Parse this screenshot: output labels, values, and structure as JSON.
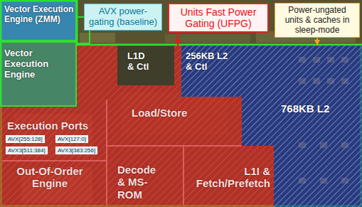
{
  "diagram": {
    "nodes": [
      {
        "text": [
          "Vector Execution Engine (ZMM)"
        ]
      },
      {
        "text": [
          "AVX power-gating (baseline)"
        ]
      },
      {
        "text": [
          "Units Fast Power Gating (UFPG)"
        ]
      },
      {
        "text": [
          "Power-ungated units & caches in sleep-mode"
        ]
      },
      {
        "text": [
          "Vector Execution Engine"
        ]
      },
      {
        "text": [
          "L1D & Ctl"
        ]
      },
      {
        "text": [
          "256KB L2 & Ctl"
        ]
      },
      {
        "text": [
          "768KB L2"
        ]
      },
      {
        "text": [
          "Load/Store",
          "Execution Ports",
          "Out-Of-Order Engine",
          "Decode & MS-ROM",
          "L1I & Fetch/Prefetch"
        ]
      },
      {
        "text": [
          "AVX[255:128]"
        ],
        "in": 8
      },
      {
        "text": [
          "AVX[127:0]"
        ],
        "in": 8
      },
      {
        "text": [
          "AVX3[511:384]"
        ],
        "in": 8
      },
      {
        "text": [
          "AVX3[383:256]"
        ],
        "in": 8
      }
    ],
    "edges": [
      {
        "from": 1,
        "to": 0,
        "arrow": "none"
      },
      {
        "from": 1,
        "to": 4,
        "arrow": "none"
      },
      {
        "from": 2,
        "to": 8,
        "arrow": "to"
      },
      {
        "from": 3,
        "to": 7,
        "arrow": "to"
      }
    ]
  }
}
